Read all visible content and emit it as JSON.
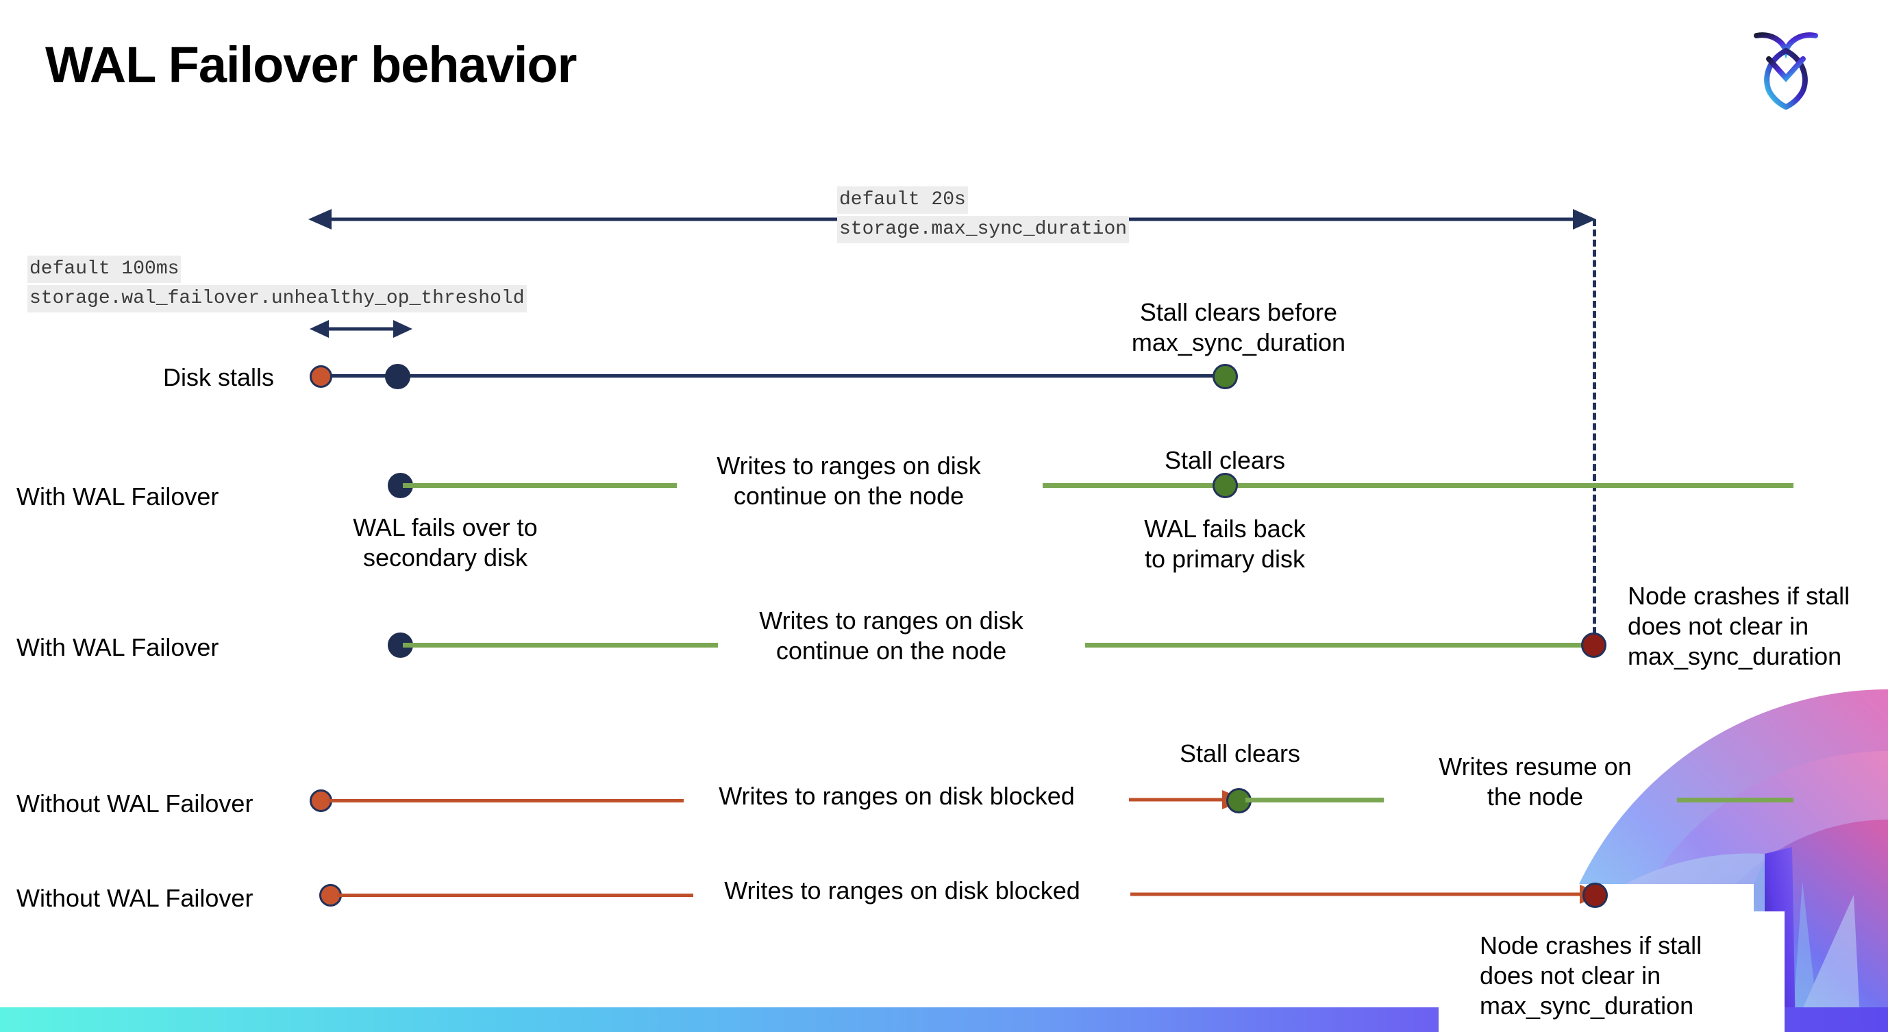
{
  "slide": {
    "title": "WAL Failover behavior",
    "logo_name": "cockroachdb-logo"
  },
  "settings": {
    "max_sync": {
      "default_line": "default 20s",
      "setting_line": "storage.max_sync_duration"
    },
    "unhealthy": {
      "default_line": "default 100ms",
      "setting_line": "storage.wal_failover.unhealthy_op_threshold"
    }
  },
  "rows": [
    {
      "label": "Disk stalls"
    },
    {
      "label": "With WAL Failover"
    },
    {
      "label": "With WAL Failover"
    },
    {
      "label": "Without WAL Failover"
    },
    {
      "label": "Without WAL Failover"
    }
  ],
  "annotations": {
    "stall_clears_before": "Stall clears before\nmax_sync_duration",
    "writes_continue_1": "Writes to ranges on disk\ncontinue on the node",
    "stall_clears_2": "Stall clears",
    "wal_fails_over": "WAL fails over to\nsecondary disk",
    "wal_fails_back": "WAL fails  back\nto primary disk",
    "writes_continue_2": "Writes to ranges on disk\ncontinue on the node",
    "node_crashes_1": "Node crashes if stall\ndoes not clear in\nmax_sync_duration",
    "writes_blocked_1": "Writes to ranges on disk  blocked",
    "stall_clears_3": "Stall clears",
    "writes_resume": "Writes resume on\nthe node",
    "writes_blocked_2": "Writes to ranges on disk  blocked",
    "node_crashes_2": "Node crashes if stall\ndoes not clear in\nmax_sync_duration"
  },
  "colors": {
    "navy": "#22315a",
    "green_line": "#7BA753",
    "orange_line": "#C0502A",
    "dot_orange": "#C9552E",
    "dot_navy": "#1F2D50",
    "dot_green": "#4A7C2B",
    "dot_darkred": "#8B1E16",
    "chip_bg": "#ededed"
  }
}
